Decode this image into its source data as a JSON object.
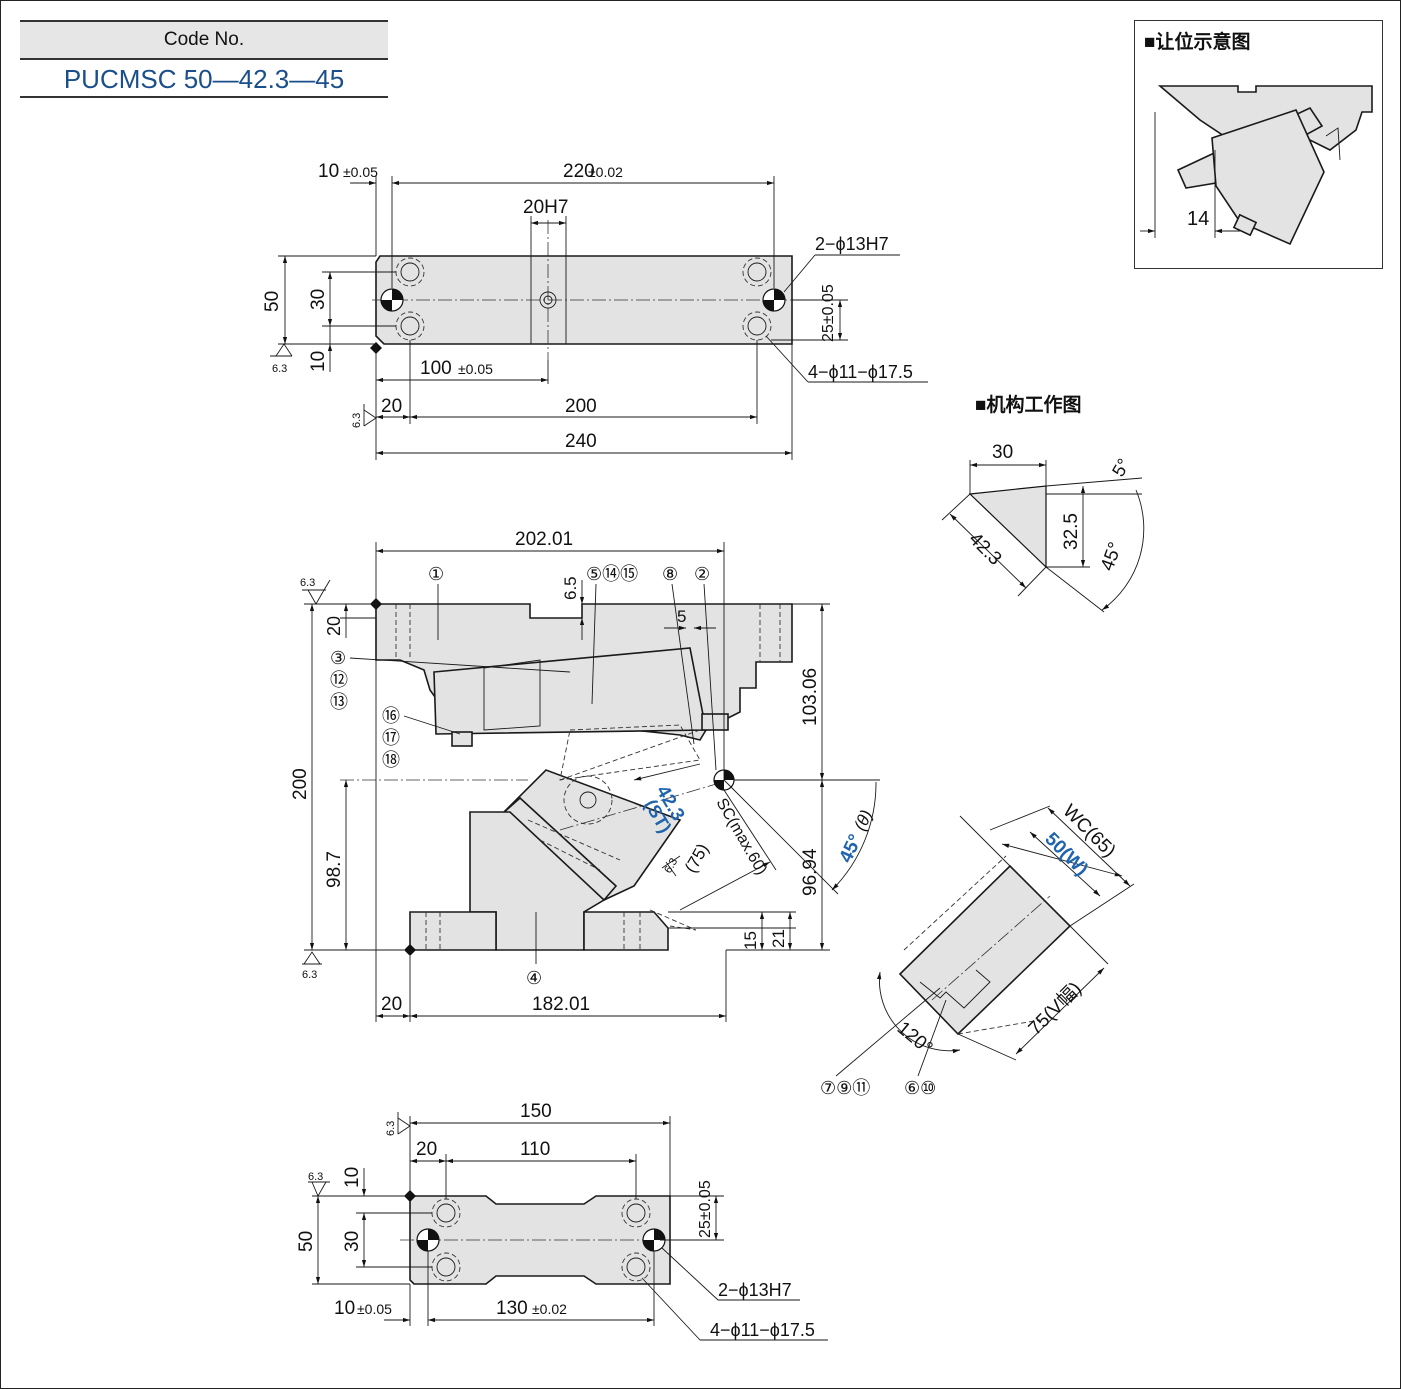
{
  "code": {
    "header": "Code No.",
    "value": "PUCMSC 50—42.3—45"
  },
  "inset": {
    "title": "■让位示意图",
    "dim_14": "14"
  },
  "mech": {
    "title": "■机构工作图",
    "d30": "30",
    "d5": "5°",
    "d325": "32.5",
    "d423": "42.3",
    "d45": "45°"
  },
  "top_view": {
    "d10": "10",
    "tol005": "±0.05",
    "d220": "220",
    "tol002": "±0.02",
    "d20h7": "20H7",
    "hole2": "2−ϕ13H7",
    "hole4": "4−ϕ11−ϕ17.5",
    "d50": "50",
    "d30": "30",
    "d10b": "10",
    "d25": "25±0.05",
    "d100": "100",
    "d20": "20",
    "d200": "200",
    "d240": "240",
    "rough": "6.3"
  },
  "front_view": {
    "d20201": "202.01",
    "d65": "6.5",
    "d5": "5",
    "d20": "20",
    "d200": "200",
    "d987": "98.7",
    "d10306": "103.06",
    "d9694": "96.94",
    "angle": "45°",
    "theta": "(θ)",
    "st_val": "42.3",
    "st": "(ST)",
    "sc": "SC(max.60)",
    "d75": "(75)",
    "d15": "15",
    "d21": "21",
    "d20b": "20",
    "d18201": "182.01",
    "rough": "6.3",
    "balloons": [
      "①",
      "⑤⑭⑮",
      "⑧",
      "②",
      "③",
      "⑫",
      "⑬",
      "⑯",
      "⑰",
      "⑱",
      "④"
    ]
  },
  "jaw_view": {
    "wc": "WC(65)",
    "w": "50(W)",
    "v": "75(V幅)",
    "ang": "120°",
    "b1": "⑦⑨⑪",
    "b2": "⑥⑩"
  },
  "bottom_view": {
    "d150": "150",
    "d20": "20",
    "d110": "110",
    "d10": "10",
    "d50": "50",
    "d30": "30",
    "d25": "25±0.05",
    "d10b": "10",
    "tol005": "±0.05",
    "d130": "130",
    "tol002": "±0.02",
    "hole2": "2−ϕ13H7",
    "hole4": "4−ϕ11−ϕ17.5",
    "rough": "6.3"
  }
}
